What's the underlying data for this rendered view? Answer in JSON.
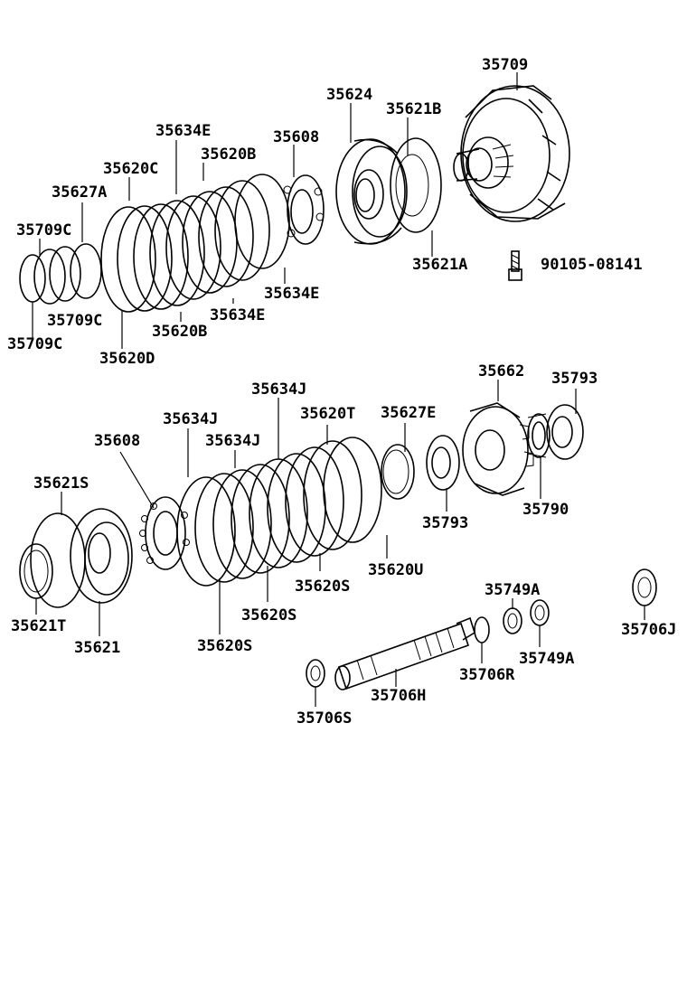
{
  "labels": {
    "p35709_top": "35709",
    "p35624": "35624",
    "p35621B": "35621B",
    "p35634E_top": "35634E",
    "p35608_top": "35608",
    "p35620B_top": "35620B",
    "p35620C": "35620C",
    "p35627A": "35627A",
    "p35709C_a": "35709C",
    "p35709C_b": "35709C",
    "p35709C_c": "35709C",
    "p35620D": "35620D",
    "p35620B_bot": "35620B",
    "p35634E_mid": "35634E",
    "p35634E_bot": "35634E",
    "p35621A": "35621A",
    "p90105": "90105-08141",
    "p35662": "35662",
    "p35793_top": "35793",
    "p35634J_a": "35634J",
    "p35634J_b": "35634J",
    "p35634J_c": "35634J",
    "p35620T": "35620T",
    "p35627E": "35627E",
    "p35608_bot": "35608",
    "p35621S": "35621S",
    "p35793_bot": "35793",
    "p35790": "35790",
    "p35620U": "35620U",
    "p35620S_a": "35620S",
    "p35620S_b": "35620S",
    "p35620S_c": "35620S",
    "p35621T": "35621T",
    "p35621": "35621",
    "p35749A_a": "35749A",
    "p35749A_b": "35749A",
    "p35706J": "35706J",
    "p35706R": "35706R",
    "p35706H": "35706H",
    "p35706S": "35706S"
  }
}
